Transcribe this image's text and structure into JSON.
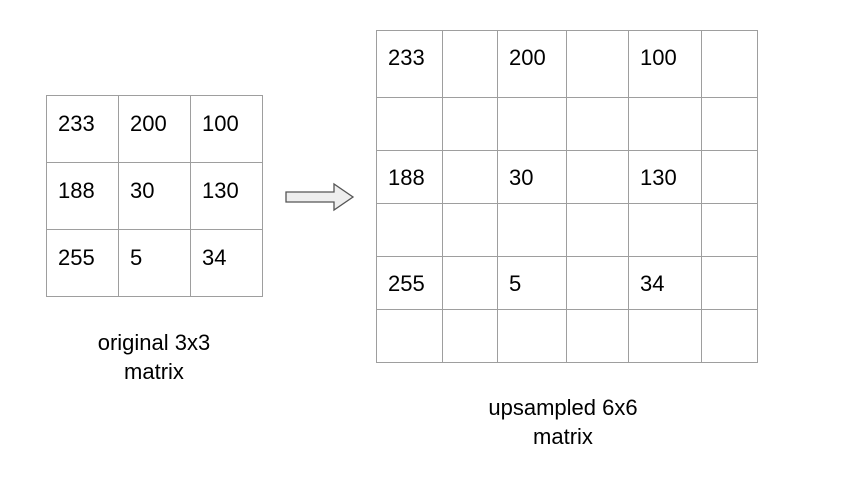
{
  "original": {
    "caption_line1": "original 3x3",
    "caption_line2": "matrix",
    "rows": [
      [
        "233",
        "200",
        "100"
      ],
      [
        "188",
        "30",
        "130"
      ],
      [
        "255",
        "5",
        "34"
      ]
    ]
  },
  "upsampled": {
    "caption_line1": "upsampled 6x6",
    "caption_line2": "matrix",
    "rows": [
      [
        "233",
        "",
        "200",
        "",
        "100",
        ""
      ],
      [
        "",
        "",
        "",
        "",
        "",
        ""
      ],
      [
        "188",
        "",
        "30",
        "",
        "130",
        ""
      ],
      [
        "",
        "",
        "",
        "",
        "",
        ""
      ],
      [
        "255",
        "",
        "5",
        "",
        "34",
        ""
      ],
      [
        "",
        "",
        "",
        "",
        "",
        ""
      ]
    ]
  },
  "arrow": {
    "icon": "right-arrow-icon",
    "fill": "#eeeeee",
    "stroke": "#555555"
  },
  "colors": {
    "grid_line": "#9e9e9e",
    "text": "#000000",
    "background": "#ffffff"
  }
}
